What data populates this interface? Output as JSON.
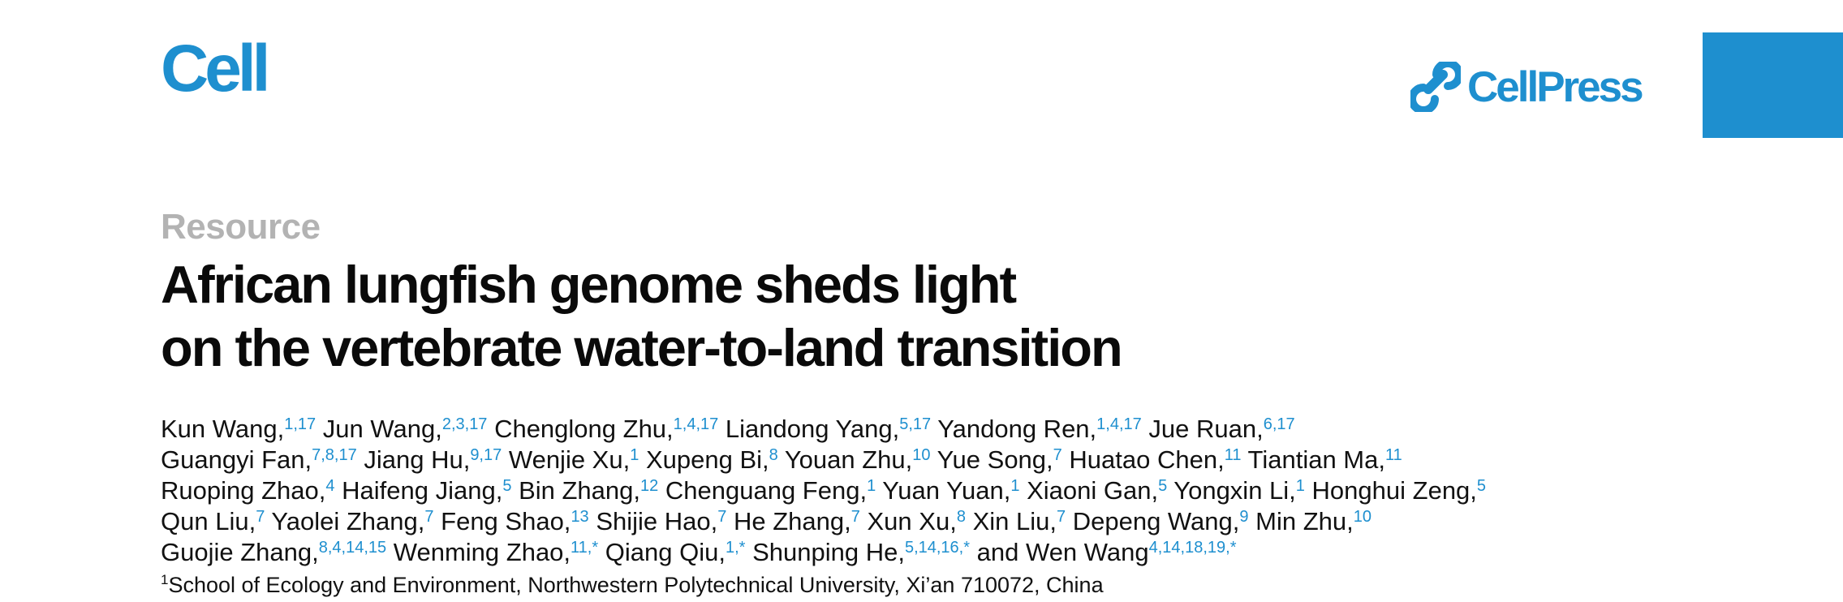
{
  "header": {
    "journal_name": "Cell",
    "publisher_name": "CellPress",
    "publisher_icon": "cellpress-mark-icon",
    "brand_color": "#1e8fcf"
  },
  "article": {
    "type": "Resource",
    "title_lines": [
      "African lungfish genome sheds light",
      "on the vertebrate water-to-land transition"
    ]
  },
  "authors": {
    "lines": [
      [
        {
          "name": "Kun Wang,",
          "sup": "1,17"
        },
        {
          "name": "Jun Wang,",
          "sup": "2,3,17"
        },
        {
          "name": "Chenglong Zhu,",
          "sup": "1,4,17"
        },
        {
          "name": "Liandong Yang,",
          "sup": "5,17"
        },
        {
          "name": "Yandong Ren,",
          "sup": "1,4,17"
        },
        {
          "name": "Jue Ruan,",
          "sup": "6,17"
        }
      ],
      [
        {
          "name": "Guangyi Fan,",
          "sup": "7,8,17"
        },
        {
          "name": "Jiang Hu,",
          "sup": "9,17"
        },
        {
          "name": "Wenjie Xu,",
          "sup": "1"
        },
        {
          "name": "Xupeng Bi,",
          "sup": "8"
        },
        {
          "name": "Youan Zhu,",
          "sup": "10"
        },
        {
          "name": "Yue Song,",
          "sup": "7"
        },
        {
          "name": "Huatao Chen,",
          "sup": "11"
        },
        {
          "name": "Tiantian Ma,",
          "sup": "11"
        }
      ],
      [
        {
          "name": "Ruoping Zhao,",
          "sup": "4"
        },
        {
          "name": "Haifeng Jiang,",
          "sup": "5"
        },
        {
          "name": "Bin Zhang,",
          "sup": "12"
        },
        {
          "name": "Chenguang Feng,",
          "sup": "1"
        },
        {
          "name": "Yuan Yuan,",
          "sup": "1"
        },
        {
          "name": "Xiaoni Gan,",
          "sup": "5"
        },
        {
          "name": "Yongxin Li,",
          "sup": "1"
        },
        {
          "name": "Honghui Zeng,",
          "sup": "5"
        }
      ],
      [
        {
          "name": "Qun Liu,",
          "sup": "7"
        },
        {
          "name": "Yaolei Zhang,",
          "sup": "7"
        },
        {
          "name": "Feng Shao,",
          "sup": "13"
        },
        {
          "name": "Shijie Hao,",
          "sup": "7"
        },
        {
          "name": "He Zhang,",
          "sup": "7"
        },
        {
          "name": "Xun Xu,",
          "sup": "8"
        },
        {
          "name": "Xin Liu,",
          "sup": "7"
        },
        {
          "name": "Depeng Wang,",
          "sup": "9"
        },
        {
          "name": "Min Zhu,",
          "sup": "10"
        }
      ],
      [
        {
          "name": "Guojie Zhang,",
          "sup": "8,4,14,15"
        },
        {
          "name": "Wenming Zhao,",
          "sup": "11,*"
        },
        {
          "name": "Qiang Qiu,",
          "sup": "1,*"
        },
        {
          "name": "Shunping He,",
          "sup": "5,14,16,*"
        },
        {
          "name": "and Wen Wang",
          "sup": "4,14,18,19,*"
        }
      ]
    ]
  },
  "affiliation": {
    "number": "1",
    "text": "School of Ecology and Environment, Northwestern Polytechnical University, Xi’an 710072, China"
  }
}
